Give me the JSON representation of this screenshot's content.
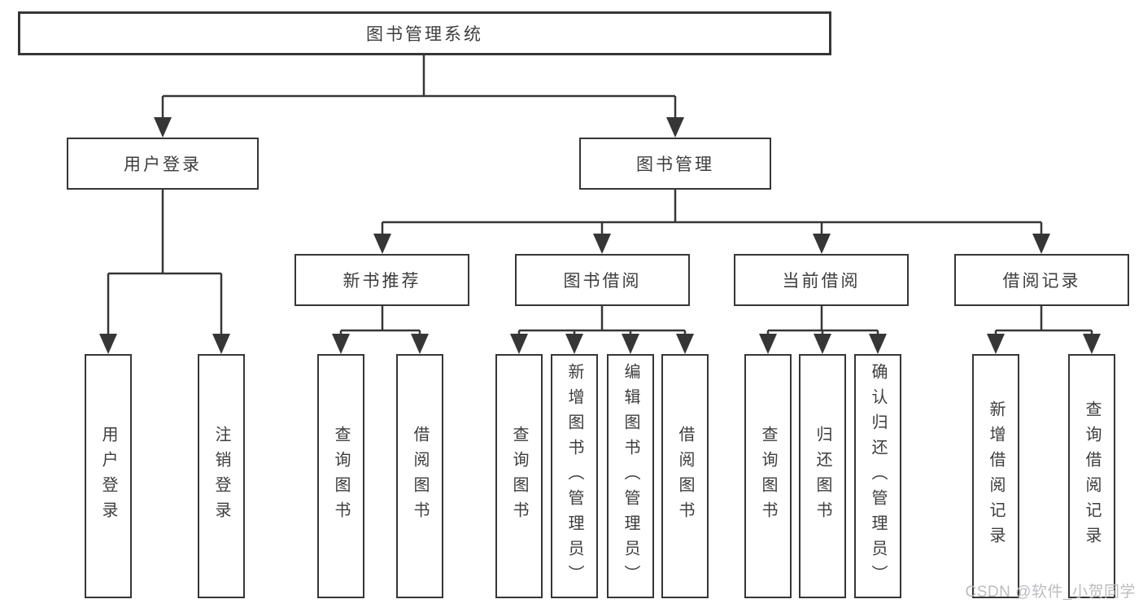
{
  "tree": {
    "root": "图书管理系统",
    "branches": [
      {
        "label": "用户登录",
        "children": [
          "用户登录",
          "注销登录"
        ]
      },
      {
        "label": "图书管理",
        "groups": [
          {
            "label": "新书推荐",
            "children": [
              "查询图书",
              "借阅图书"
            ]
          },
          {
            "label": "图书借阅",
            "children": [
              "查询图书",
              "新增图书（管理员）",
              "编辑图书（管理员）",
              "借阅图书"
            ]
          },
          {
            "label": "当前借阅",
            "children": [
              "查询图书",
              "归还图书",
              "确认归还（管理员）"
            ]
          },
          {
            "label": "借阅记录",
            "children": [
              "新增借阅记录",
              "查询借阅记录"
            ]
          }
        ]
      }
    ]
  },
  "watermark": {
    "text": "CSDN @软件_小贺同学"
  },
  "colors": {
    "line": "#363636",
    "node_border": "#363636",
    "text": "#3d3d3d",
    "watermark": "#b9bdc1",
    "background": "#ffffff"
  }
}
